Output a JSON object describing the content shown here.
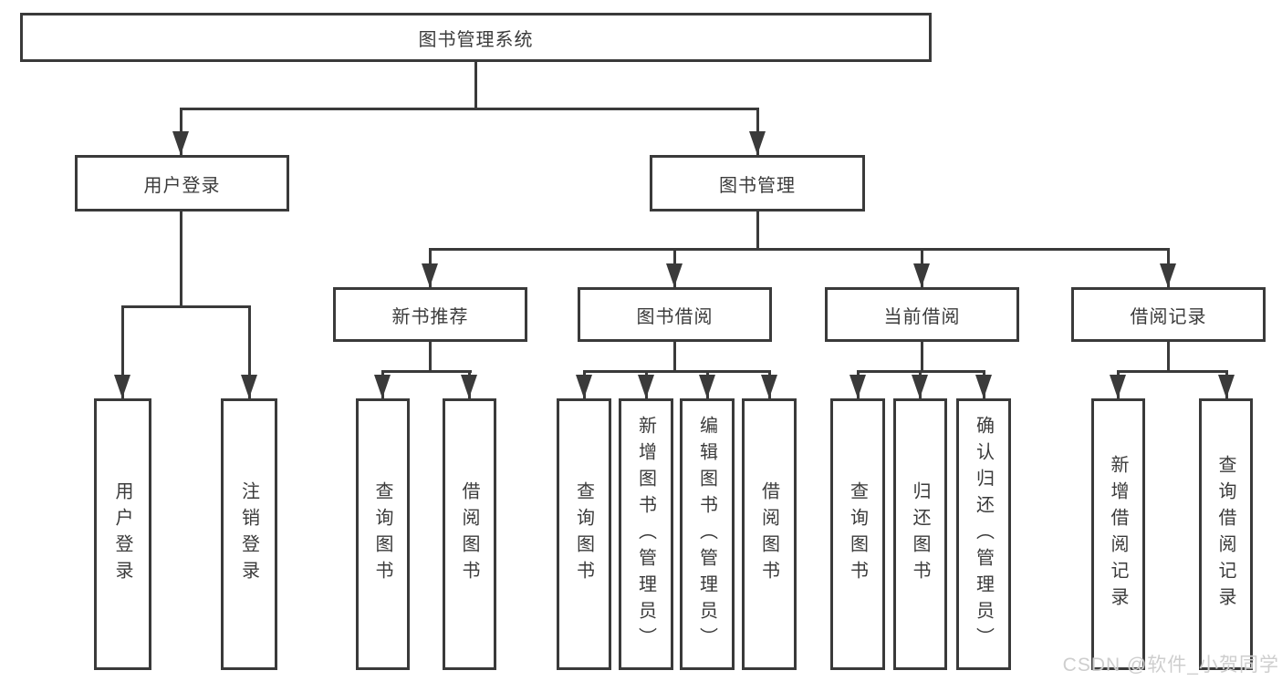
{
  "diagram": {
    "type": "tree",
    "root": {
      "label": "图书管理系统",
      "children": [
        {
          "label": "用户登录",
          "children": [
            {
              "label": "用户登录"
            },
            {
              "label": "注销登录"
            }
          ]
        },
        {
          "label": "图书管理",
          "children": [
            {
              "label": "新书推荐",
              "children": [
                {
                  "label": "查询图书"
                },
                {
                  "label": "借阅图书"
                }
              ]
            },
            {
              "label": "图书借阅",
              "children": [
                {
                  "label": "查询图书"
                },
                {
                  "label": "新增图书（管理员）"
                },
                {
                  "label": "编辑图书（管理员）"
                },
                {
                  "label": "借阅图书"
                }
              ]
            },
            {
              "label": "当前借阅",
              "children": [
                {
                  "label": "查询图书"
                },
                {
                  "label": "归还图书"
                },
                {
                  "label": "确认归还（管理员）"
                }
              ]
            },
            {
              "label": "借阅记录",
              "children": [
                {
                  "label": "新增借阅记录"
                },
                {
                  "label": "查询借阅记录"
                }
              ]
            }
          ]
        }
      ]
    }
  },
  "icons": {
    "arrow_down_icon": "css-triangle-down"
  },
  "colors": {
    "line": "#3a3a3a",
    "box_border": "#3a3a3a",
    "text": "#3b3b3b",
    "background": "#ffffff",
    "watermark": "#cbcbcb"
  },
  "watermark": {
    "text": "CSDN @软件_小贺同学"
  }
}
